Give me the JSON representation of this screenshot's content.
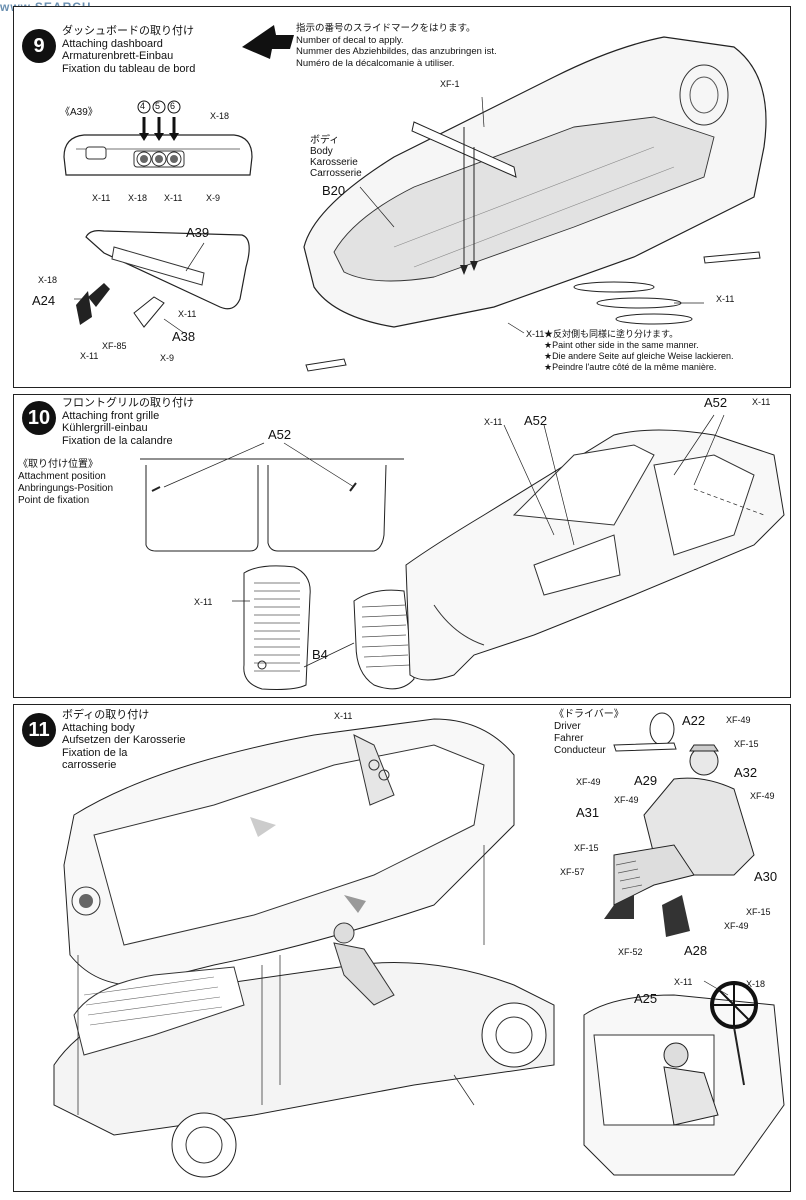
{
  "watermark": "www.SEARCH",
  "steps": {
    "s9": {
      "number": "9",
      "title_ja": "ダッシュボードの取り付け",
      "title_en": "Attaching dashboard",
      "title_de": "Armaturenbrett-Einbau",
      "title_fr": "Fixation du tableau de bord",
      "decal_ja": "指示の番号のスライドマークをはります。",
      "decal_en": "Number of decal to apply.",
      "decal_de": "Nummer des Abziehbildes, das anzubringen ist.",
      "decal_fr": "Numéro de la décalcomanie à utiliser.",
      "part_a39_caption": "《A39》",
      "decals": [
        "4",
        "5",
        "6"
      ],
      "body_ja": "ボディ",
      "body_en": "Body",
      "body_de": "Karosserie",
      "body_fr": "Carrosserie",
      "body_part": "B20",
      "note_ja": "★反対側も同様に塗り分けます。",
      "note_en": "★Paint other side in the same manner.",
      "note_de": "★Die andere Seite auf gleiche Weise lackieren.",
      "note_fr": "★Peindre l'autre côté de la même manière.",
      "labels": {
        "x18a": "X-18",
        "x11a": "X-11",
        "x18b": "X-18",
        "x11b": "X-11",
        "x9a": "X-9",
        "a39": "A39",
        "x18c": "X-18",
        "a24": "A24",
        "x11c": "X-11",
        "a38": "A38",
        "xf85": "XF-85",
        "x11d": "X-11",
        "x9b": "X-9",
        "xf1": "XF-1",
        "x11e": "X-11",
        "x11f": "X-11"
      }
    },
    "s10": {
      "number": "10",
      "title_ja": "フロントグリルの取り付け",
      "title_en": "Attaching front grille",
      "title_de": "Kühlergrill-einbau",
      "title_fr": "Fixation de la calandre",
      "pos_ja": "《取り付け位置》",
      "pos_en": "Attachment position",
      "pos_de": "Anbringungs-Position",
      "pos_fr": "Point de fixation",
      "labels": {
        "a52a": "A52",
        "x11a": "X-11",
        "a52b": "A52",
        "a52c": "A52",
        "x11b": "X-11",
        "x11c": "X-11",
        "b4": "B4"
      }
    },
    "s11": {
      "number": "11",
      "title_ja": "ボディの取り付け",
      "title_en": "Attaching body",
      "title_de": "Aufsetzen der Karosserie",
      "title_fr1": "Fixation de la",
      "title_fr2": "carrosserie",
      "driver_ja": "《ドライバー》",
      "driver_en": "Driver",
      "driver_de": "Fahrer",
      "driver_fr": "Conducteur",
      "labels": {
        "x11a": "X-11",
        "a22": "A22",
        "xf49a": "XF-49",
        "xf15a": "XF-15",
        "a32": "A32",
        "xf49b": "XF-49",
        "a29": "A29",
        "xf49c": "XF-49",
        "xf49d": "XF-49",
        "a31": "A31",
        "xf15b": "XF-15",
        "xf57": "XF-57",
        "a30": "A30",
        "xf15c": "XF-15",
        "xf49e": "XF-49",
        "a28": "A28",
        "xf52": "XF-52",
        "x11b": "X-11",
        "x18": "X-18",
        "a25": "A25"
      }
    }
  }
}
